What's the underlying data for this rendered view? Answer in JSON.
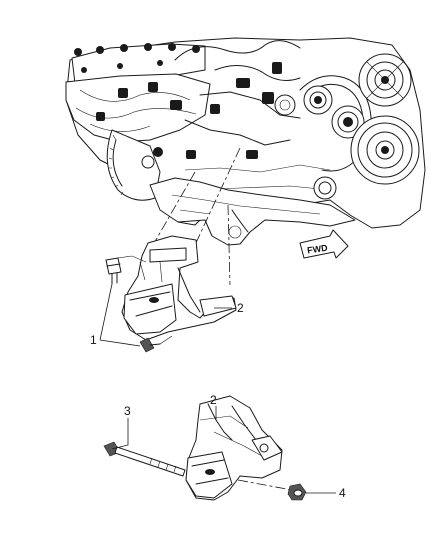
{
  "diagram": {
    "direction_arrow": {
      "label": "FWD"
    },
    "callouts": [
      {
        "id": "c1",
        "label": "1"
      },
      {
        "id": "c2-upper",
        "label": "2"
      },
      {
        "id": "c2-lower",
        "label": "2"
      },
      {
        "id": "c3",
        "label": "3"
      },
      {
        "id": "c4",
        "label": "4"
      }
    ]
  }
}
